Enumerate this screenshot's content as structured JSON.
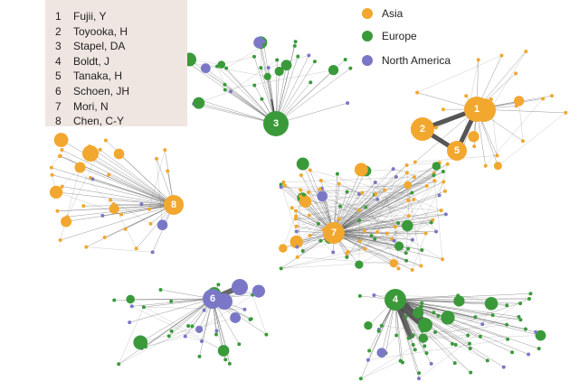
{
  "key": {
    "entries": [
      {
        "num": "1",
        "name": "Fujii, Y"
      },
      {
        "num": "2",
        "name": "Toyooka, H"
      },
      {
        "num": "3",
        "name": "Stapel, DA"
      },
      {
        "num": "4",
        "name": "Boldt, J"
      },
      {
        "num": "5",
        "name": "Tanaka, H"
      },
      {
        "num": "6",
        "name": "Schoen, JH"
      },
      {
        "num": "7",
        "name": "Mori, N"
      },
      {
        "num": "8",
        "name": "Chen, C-Y"
      }
    ]
  },
  "legend": {
    "items": [
      {
        "label": "Asia",
        "color": "#f2a72e"
      },
      {
        "label": "Europe",
        "color": "#3a9a3a"
      },
      {
        "label": "North America",
        "color": "#7a78c6"
      }
    ]
  },
  "hubs": [
    {
      "label": "1",
      "region": "Asia"
    },
    {
      "label": "2",
      "region": "Asia"
    },
    {
      "label": "3",
      "region": "Europe"
    },
    {
      "label": "4",
      "region": "Europe"
    },
    {
      "label": "5",
      "region": "Asia"
    },
    {
      "label": "6",
      "region": "North America"
    },
    {
      "label": "7",
      "region": "Asia"
    },
    {
      "label": "8",
      "region": "Asia"
    }
  ]
}
